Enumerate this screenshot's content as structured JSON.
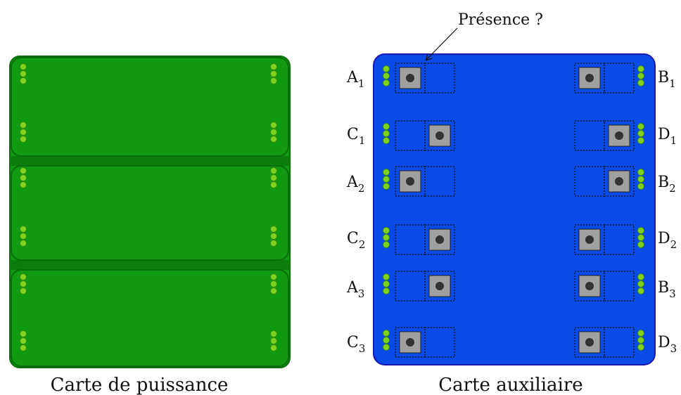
{
  "colors": {
    "power_board_fill": "#119a11",
    "power_board_border": "#0a6e0a",
    "power_board_band": "#0c7e0c",
    "aux_board_fill": "#0a4ae6",
    "aux_board_border": "#1a1ab0",
    "pin_fill": "#7ed321",
    "pin_stroke": "#3a8a10",
    "pad_fill": "#a0a0a0",
    "pad_dot": "#333333"
  },
  "power_board": {
    "caption": "Carte de puissance"
  },
  "aux_board": {
    "caption": "Carte auxiliaire",
    "annotation": "Présence ?",
    "left_labels": [
      {
        "letter": "A",
        "sub": "1"
      },
      {
        "letter": "C",
        "sub": "1"
      },
      {
        "letter": "A",
        "sub": "2"
      },
      {
        "letter": "C",
        "sub": "2"
      },
      {
        "letter": "A",
        "sub": "3"
      },
      {
        "letter": "C",
        "sub": "3"
      }
    ],
    "right_labels": [
      {
        "letter": "B",
        "sub": "1"
      },
      {
        "letter": "D",
        "sub": "1"
      },
      {
        "letter": "B",
        "sub": "2"
      },
      {
        "letter": "D",
        "sub": "2"
      },
      {
        "letter": "B",
        "sub": "3"
      },
      {
        "letter": "D",
        "sub": "3"
      }
    ]
  }
}
